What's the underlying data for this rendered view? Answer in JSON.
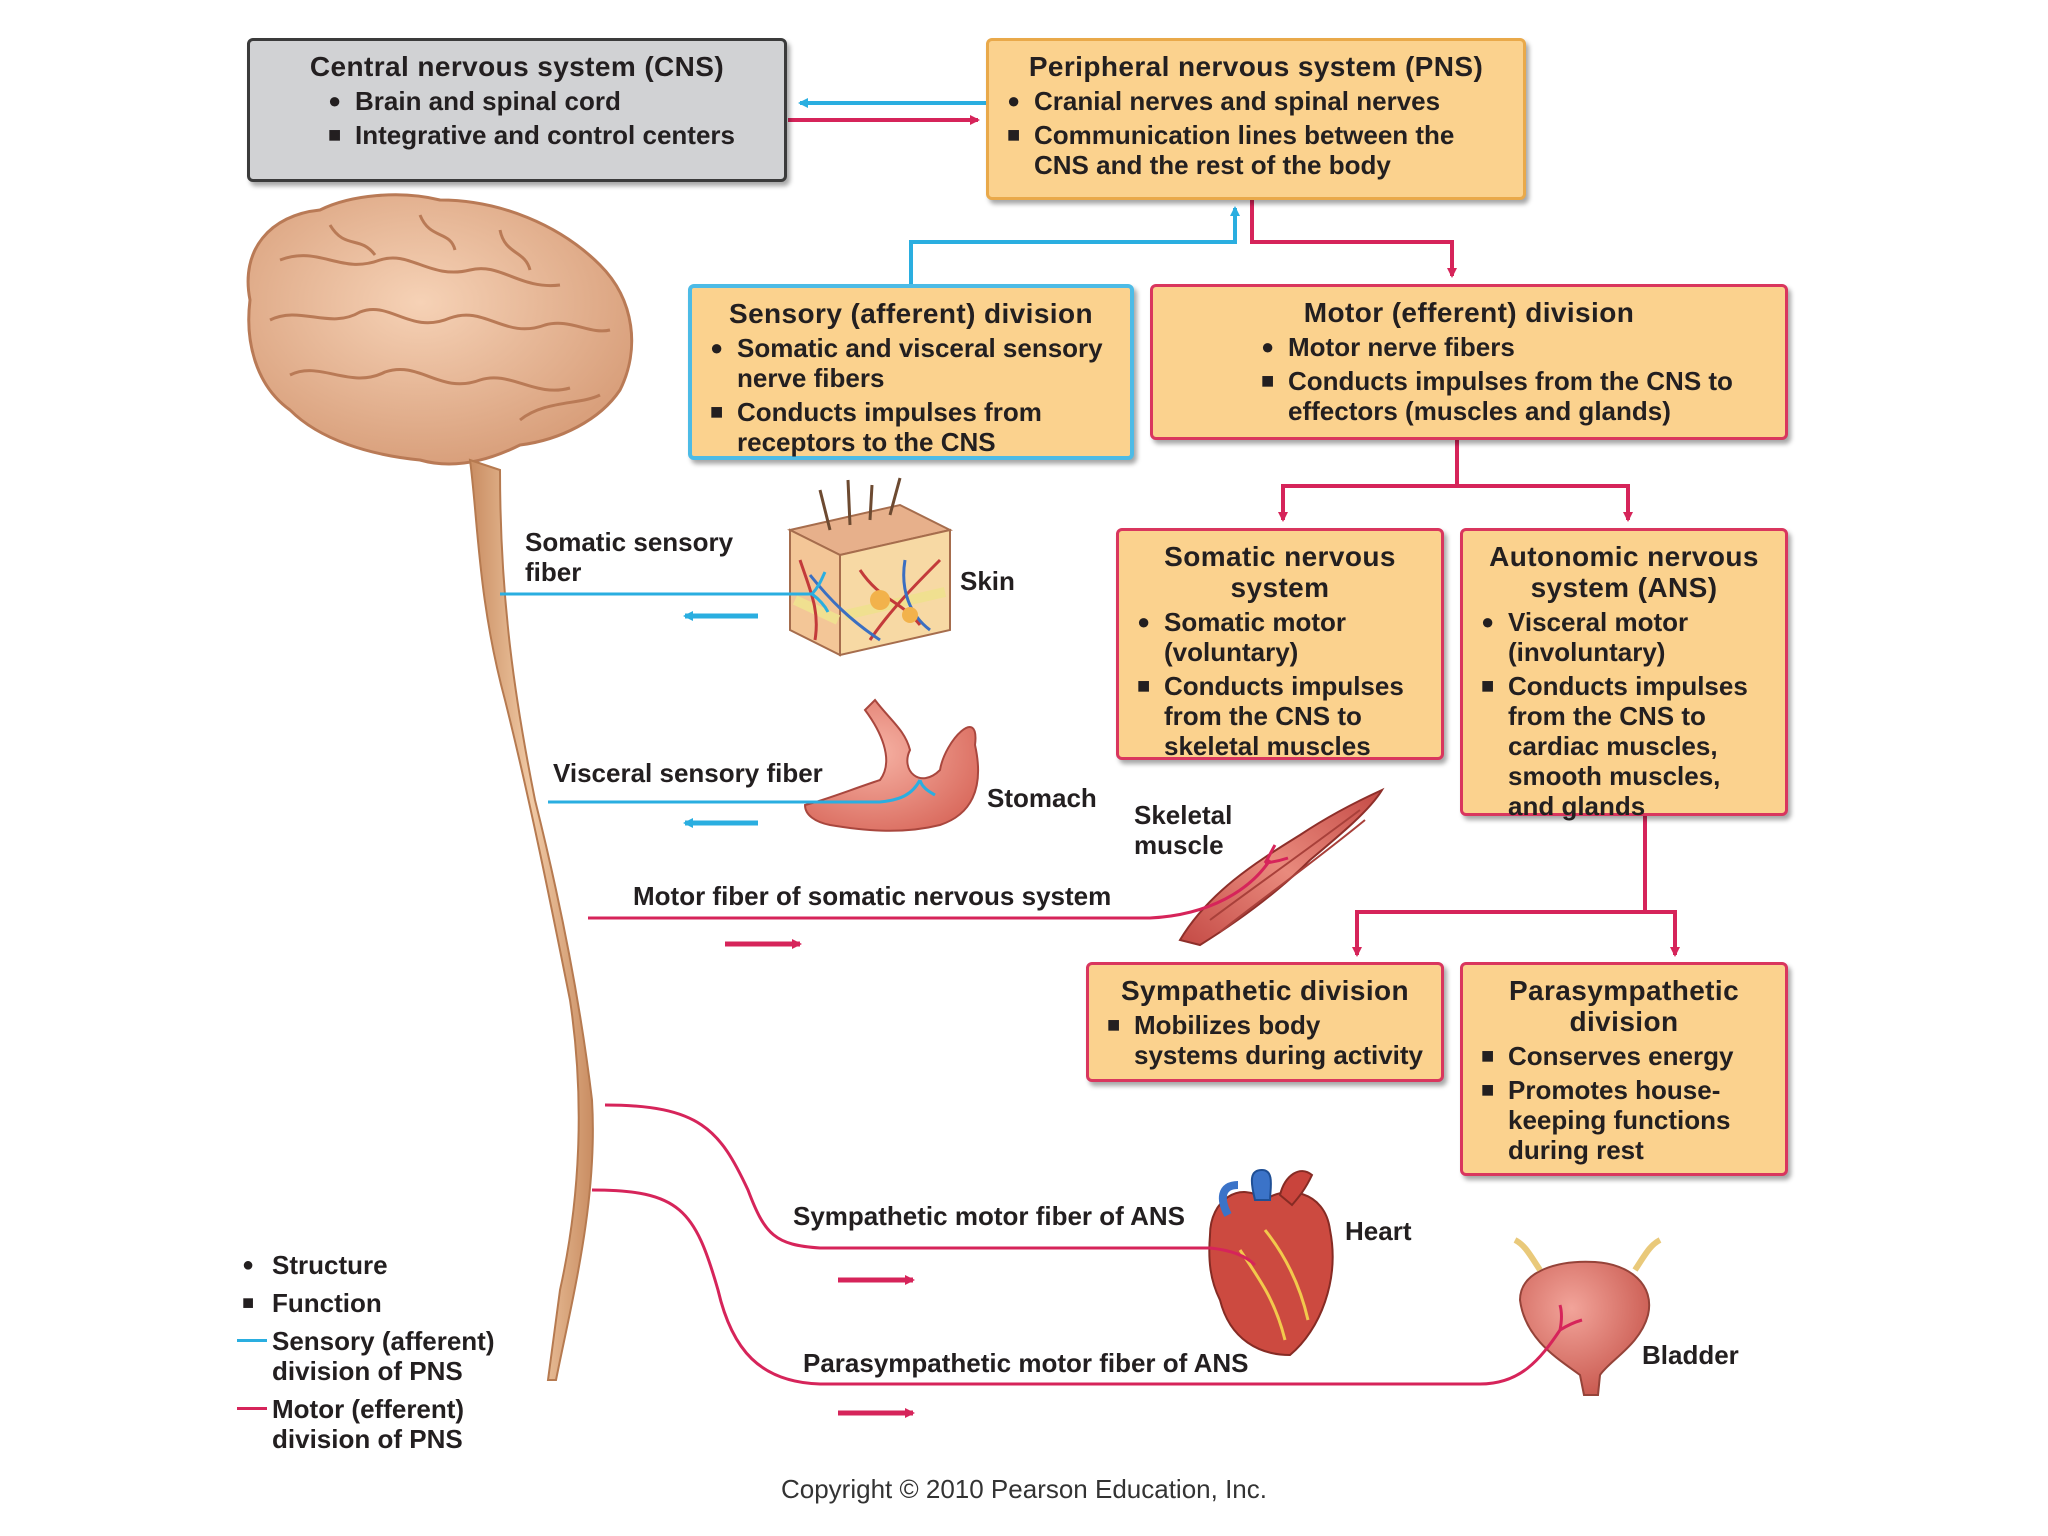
{
  "colors": {
    "sensory": "#2aaee0",
    "motor": "#d6245a",
    "box_fill": "#fbd28e",
    "cns_fill": "#d1d2d4",
    "nerve": "#e8b58a"
  },
  "cns": {
    "title": "Central nervous system (CNS)",
    "structure": "Brain and spinal cord",
    "function": "Integrative and control centers"
  },
  "pns": {
    "title": "Peripheral nervous system (PNS)",
    "structure": "Cranial nerves and spinal nerves",
    "function": "Communication lines between the CNS and the rest of the body"
  },
  "sensory_division": {
    "title": "Sensory (afferent) division",
    "structure": "Somatic and visceral sensory nerve fibers",
    "function": "Conducts impulses from receptors to the CNS"
  },
  "motor_division": {
    "title": "Motor (efferent) division",
    "structure": "Motor nerve fibers",
    "function": "Conducts impulses from the CNS to effectors (muscles and glands)"
  },
  "somatic_ns": {
    "title": "Somatic nervous system",
    "structure": "Somatic motor (voluntary)",
    "function": "Conducts impulses from the CNS to skeletal muscles"
  },
  "autonomic_ns": {
    "title": "Autonomic nervous system (ANS)",
    "structure": "Visceral motor (involuntary)",
    "function": "Conducts impulses from the CNS to cardiac muscles, smooth muscles, and glands"
  },
  "sympathetic": {
    "title": "Sympathetic division",
    "function": "Mobilizes body systems during activity"
  },
  "parasympathetic": {
    "title": "Parasympathetic division",
    "function1": "Conserves energy",
    "function2": "Promotes house-keeping functions during rest"
  },
  "labels": {
    "somatic_sensory_fiber": "Somatic sensory fiber",
    "skin": "Skin",
    "visceral_sensory_fiber": "Visceral sensory fiber",
    "stomach": "Stomach",
    "skeletal_muscle": "Skeletal muscle",
    "motor_fiber_somatic": "Motor fiber of somatic nervous system",
    "sympathetic_motor_fiber": "Sympathetic motor fiber of ANS",
    "heart": "Heart",
    "parasympathetic_motor_fiber": "Parasympathetic motor fiber of ANS",
    "bladder": "Bladder"
  },
  "legend": {
    "structure": "Structure",
    "function": "Function",
    "sensory": "Sensory (afferent) division of PNS",
    "motor": "Motor (efferent) division of PNS"
  },
  "markers": {
    "structure": "●",
    "function": "■"
  },
  "copyright": "Copyright © 2010 Pearson Education, Inc."
}
